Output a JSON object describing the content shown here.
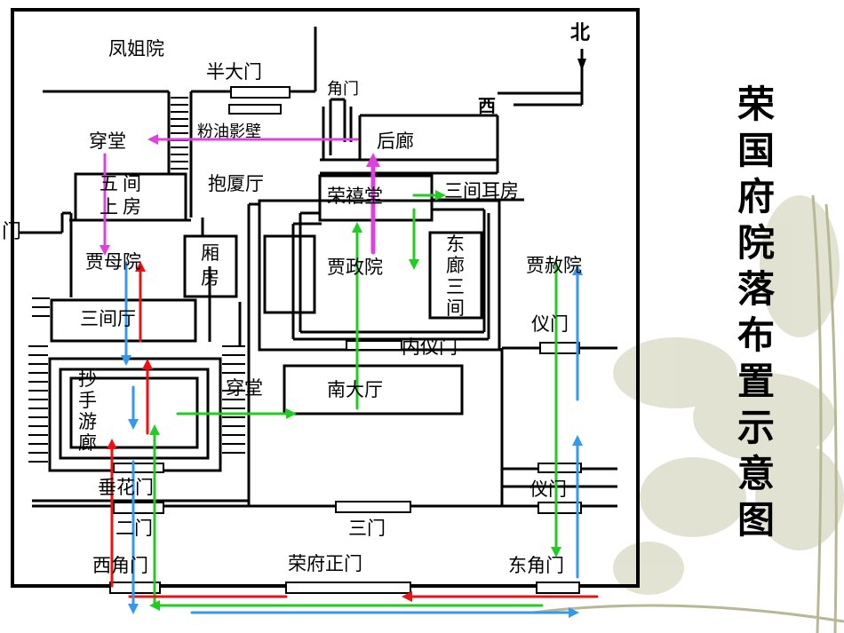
{
  "title": "荣国府院落布置示意图",
  "labels": {
    "feng_jie_yuan": "凤姐院",
    "ban_da_men": "半大门",
    "jiao_men_top": "角门",
    "bei": "北",
    "xi": "西",
    "chuan_tang_top": "穿堂",
    "fen_you_ying_bi": "粉油影壁",
    "hou_lang": "后廊",
    "bao_xia_ting": "抱厦厅",
    "wu_jian_shang_fang": "五间上房",
    "rong_xi_tang": "荣禧堂",
    "san_jian_er_fang": "三间耳房",
    "cut_left": "门",
    "jia_mu_yuan": "贾母院",
    "xiang_fang": "厢房",
    "jia_zheng_yuan": "贾政院",
    "dong_lang_san_jian": "东廊三间",
    "jia_she_yuan": "贾赦院",
    "san_jian_ting": "三间厅",
    "nei_yi_men": "内仪门",
    "yi_men_upper": "仪门",
    "chaoshou_youlang": "抄手游廊",
    "chuan_tang_mid": "穿堂",
    "nan_da_ting": "南大厅",
    "chui_hua_men": "垂花门",
    "yi_men_lower": "仪门",
    "er_men": "二门",
    "san_men": "三门",
    "xi_jiao_men": "西角门",
    "rong_fu_zheng_men": "荣府正门",
    "dong_jiao_men": "东角门"
  },
  "colors": {
    "route_magenta": "#e040e0",
    "route_green": "#22cc22",
    "route_red": "#ee1111",
    "route_blue": "#3399ee",
    "wall": "#000000",
    "background_leaf": "#d8d8c2"
  }
}
